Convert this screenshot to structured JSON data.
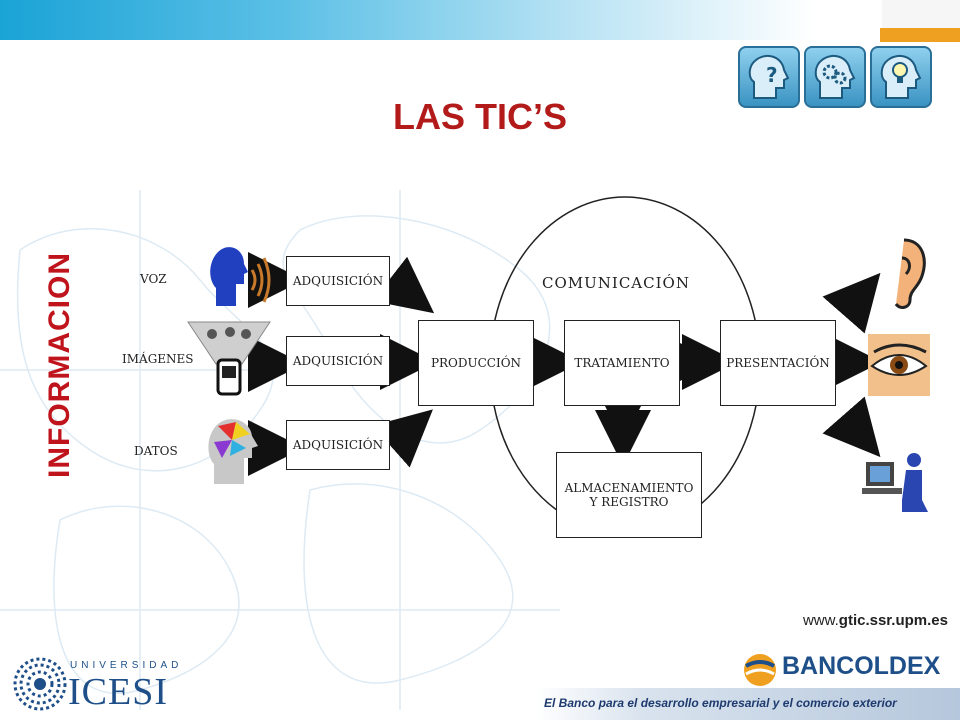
{
  "title": "LAS TIC’S",
  "side_label": "INFORMACION",
  "sources": [
    {
      "label": "VOZ"
    },
    {
      "label": "IMÁGENES"
    },
    {
      "label": "DATOS"
    }
  ],
  "nodes": {
    "adquisicion_label": "ADQUISICIÓN",
    "produccion": "PRODUCCIÓN",
    "tratamiento": "TRATAMIENTO",
    "presentacion": "PRESENTACIÓN",
    "almacenamiento_line1": "ALMACENAMIENTO",
    "almacenamiento_line2": "Y REGISTRO",
    "comunicacion": "COMUNICACIÓN"
  },
  "footer": {
    "url_prefix": "www.",
    "url_domain": "gtic.ssr.upm.es",
    "icesi_university": "UNIVERSIDAD",
    "icesi_name": "ICESI",
    "bancoldex_name": "BANCOLDEX",
    "bancoldex_tagline": "El Banco para el desarrollo empresarial y el comercio exterior"
  },
  "colors": {
    "title": "#b31b1b",
    "side_label": "#c0141c",
    "brand_blue": "#1e4f88",
    "accent_orange": "#f0a020"
  },
  "icons": [
    "question-head-icon",
    "gears-head-icon",
    "lightbulb-head-icon",
    "speaking-head-icon",
    "meeting-icon",
    "colorful-head-icon",
    "ear-icon",
    "eye-icon",
    "computer-user-icon"
  ]
}
